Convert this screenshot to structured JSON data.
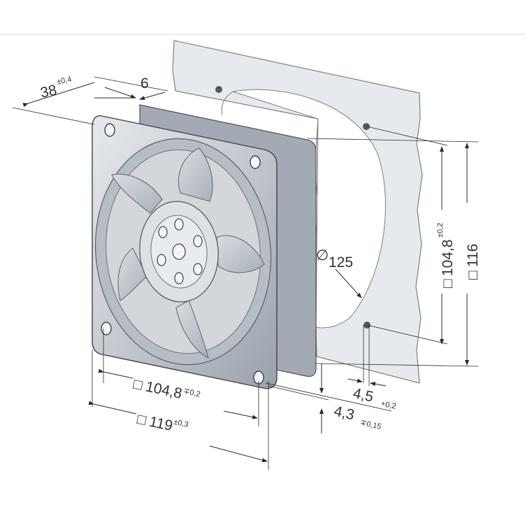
{
  "dimensions": {
    "depth": {
      "value": "38",
      "tol": "±0,4"
    },
    "flange": {
      "value": "6"
    },
    "bore": {
      "value": "125",
      "prefix": "∅"
    },
    "hole_spacing_v": {
      "value": "104,8",
      "tol": "±0,2",
      "prefix": "□"
    },
    "frame_v": {
      "value": "116",
      "prefix": "□"
    },
    "hole_spacing_h": {
      "value": "104,8",
      "tol": "∓0,2",
      "prefix": "□"
    },
    "frame_h": {
      "value": "119",
      "tol": "±0,3",
      "prefix": "□"
    },
    "hole_dia_a": {
      "value": "4,5",
      "tol": "+0,2"
    },
    "hole_dia_b": {
      "value": "4,3",
      "tol": "∓0,15"
    }
  },
  "colors": {
    "line": "#2a2a2a",
    "text": "#333333",
    "panel": "#dfe3e8",
    "fan_metal": "#c9ced5",
    "fan_dark": "#8e959e"
  }
}
